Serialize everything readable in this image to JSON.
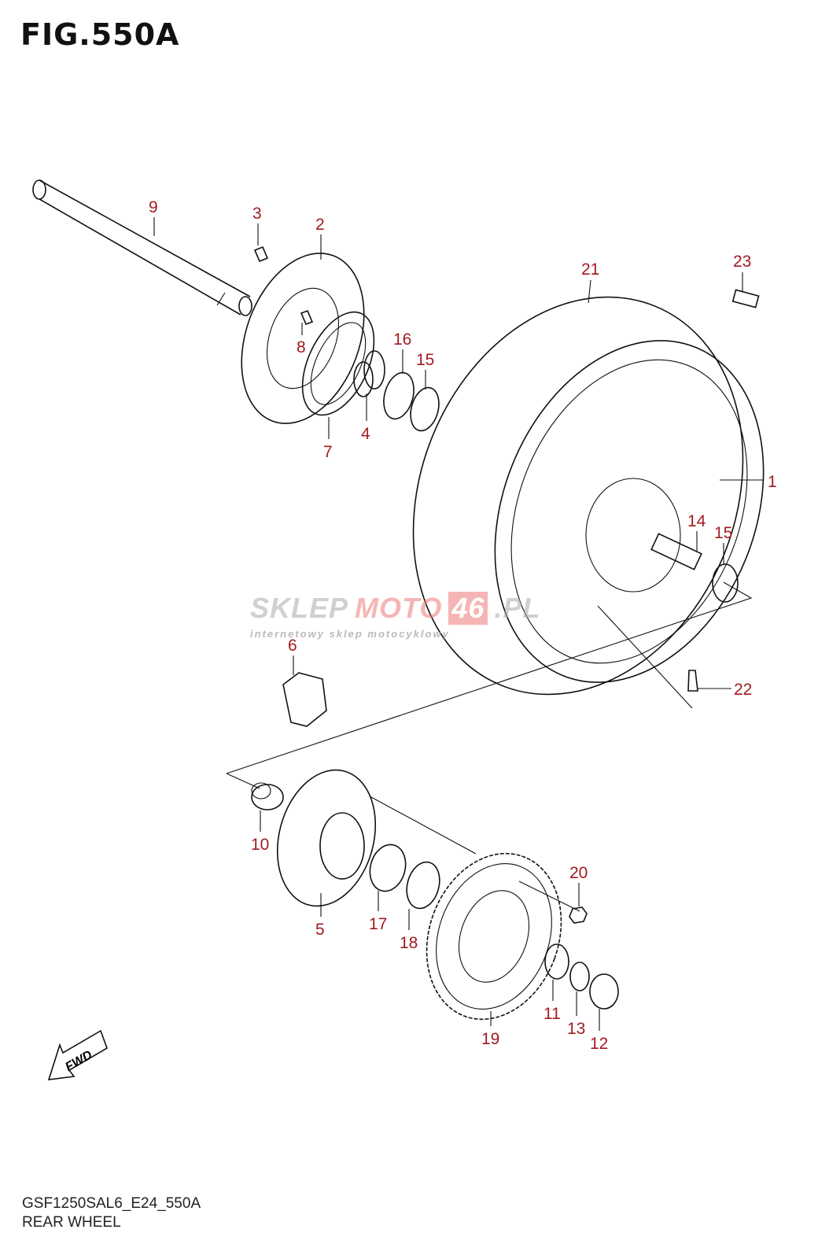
{
  "figure": {
    "title": "FIG.550A"
  },
  "callouts": [
    "9",
    "3",
    "2",
    "21",
    "23",
    "16",
    "15",
    "8",
    "4",
    "7",
    "1",
    "14",
    "15",
    "6",
    "22",
    "10",
    "20",
    "5",
    "17",
    "18",
    "11",
    "13",
    "12",
    "19"
  ],
  "fwd_label": "FWD",
  "watermark": {
    "brand_left": "SKLEP",
    "brand_mid": "MOTO",
    "brand_right": "46",
    "brand_tld": ".PL",
    "tagline": "internetowy sklep motocyklowy"
  },
  "footer": {
    "code": "GSF1250SAL6_E24_550A",
    "name": "REAR WHEEL"
  },
  "colors": {
    "callout": "#a31b22",
    "line": "#111111",
    "watermark_grey": "#b5b5b5",
    "watermark_red": "#f08080"
  }
}
